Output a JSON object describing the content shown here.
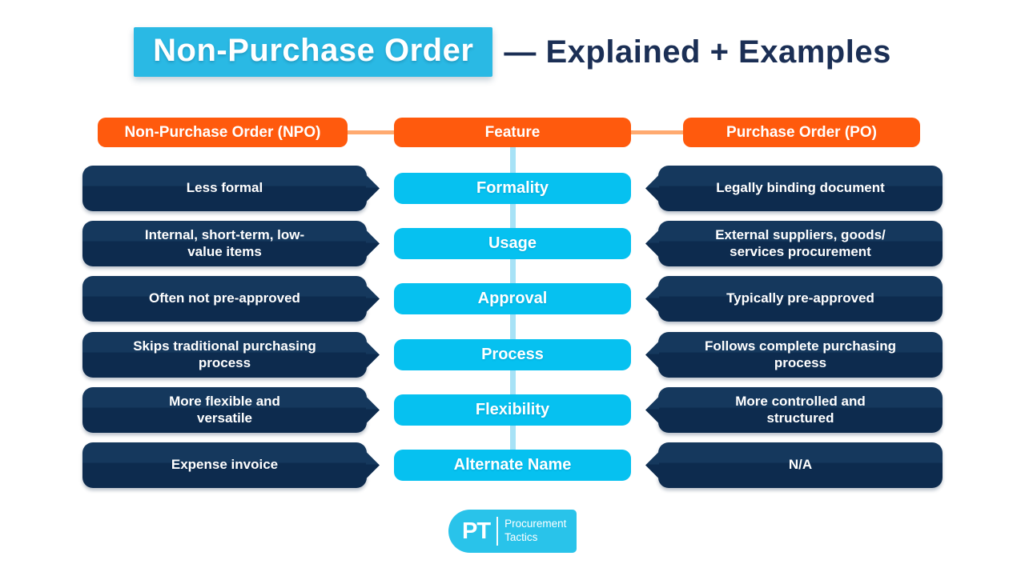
{
  "title": {
    "highlight": "Non-Purchase Order",
    "rest": "— Explained + Examples"
  },
  "header": {
    "left": "Non-Purchase Order (NPO)",
    "center": "Feature",
    "right": "Purchase Order (PO)"
  },
  "rows": [
    {
      "left": "Less formal",
      "feature": "Formality",
      "right": "Legally binding document"
    },
    {
      "left": "Internal, short-term, low-\nvalue items",
      "feature": "Usage",
      "right": "External suppliers, goods/\nservices procurement"
    },
    {
      "left": "Often not pre-approved",
      "feature": "Approval",
      "right": "Typically pre-approved"
    },
    {
      "left": "Skips traditional purchasing\nprocess",
      "feature": "Process",
      "right": "Follows complete purchasing\nprocess"
    },
    {
      "left": "More flexible and\nversatile",
      "feature": "Flexibility",
      "right": "More controlled and\nstructured"
    },
    {
      "left": "Expense invoice",
      "feature": "Alternate Name",
      "right": "N/A"
    }
  ],
  "logo": {
    "abbr": "PT",
    "line1": "Procurement",
    "line2": "Tactics"
  },
  "colors": {
    "orange": "#ff5a0d",
    "conn_orange": "#ffaa70",
    "cyan": "#06c1f0",
    "conn_cyan": "#a7e2f6",
    "navy_top": "#15385d",
    "navy_bottom": "#0d2b4e",
    "title_highlight": "#2ab9e4",
    "title_navy": "#1b2f55",
    "logo_cyan": "#29c3ea"
  }
}
